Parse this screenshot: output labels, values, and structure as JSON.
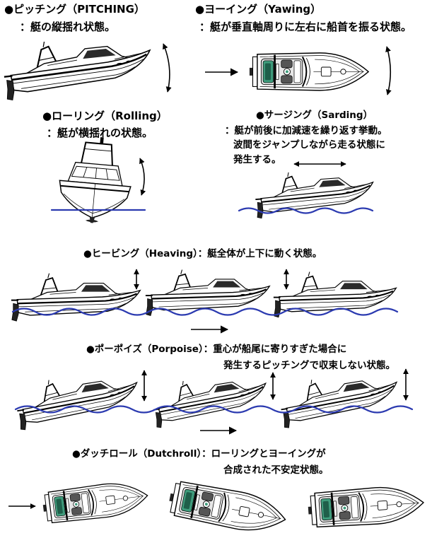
{
  "colors": {
    "text": "#000000",
    "background": "#ffffff",
    "wave": "#2b3ab0",
    "seat_accent": "#3f9c7c",
    "seat_accent_dark": "#1f5f4a"
  },
  "pitching": {
    "title": "●ピッチング（PITCHING）",
    "description": [
      "：艇の縦揺れ状態。"
    ],
    "icons": [
      "boat-side-view-icon",
      "double-arrow-icon"
    ]
  },
  "yawing": {
    "title": "●ヨーイング（Yawing）",
    "description": [
      "：艇が垂直軸周りに左右に船首を振る状態。"
    ],
    "icons": [
      "right-arrow-icon",
      "boat-top-view-icon",
      "double-arrow-icon"
    ]
  },
  "rolling": {
    "title": "●ローリング（Rolling）",
    "description": [
      "：艇が横揺れの状態。"
    ],
    "icons": [
      "boat-front-view-icon",
      "waterline-icon",
      "double-arrow-icon"
    ]
  },
  "surging": {
    "title": "●サージング（Sarding）",
    "description": [
      "：艇が前後に加減速を繰り返す挙動。",
      "波間をジャンプしながら走る状態に",
      "発生する。"
    ],
    "icons": [
      "double-arrow-icon",
      "boat-side-view-icon",
      "wave-icon"
    ]
  },
  "heaving": {
    "title": "●ヒービング（Heaving）",
    "description": [
      "：艇全体が上下に動く状態。"
    ],
    "icons": [
      "boat-side-view-icon",
      "double-arrow-icon",
      "wave-icon",
      "right-arrow-icon"
    ]
  },
  "porpoise": {
    "title": "●ポーポイズ（Porpoise）",
    "description": [
      "：重心が船尾に寄りすぎた場合に",
      "発生するピッチングで収束しない状態。"
    ],
    "icons": [
      "boat-side-view-icon",
      "double-arrow-icon",
      "wave-icon",
      "right-arrow-icon"
    ]
  },
  "dutch_roll": {
    "title": "●ダッチロール（Dutchroll）",
    "description": [
      "：ローリングとヨーイングが",
      "合成された不安定状態。"
    ],
    "icons": [
      "right-arrow-icon",
      "boat-top-view-icon"
    ]
  }
}
